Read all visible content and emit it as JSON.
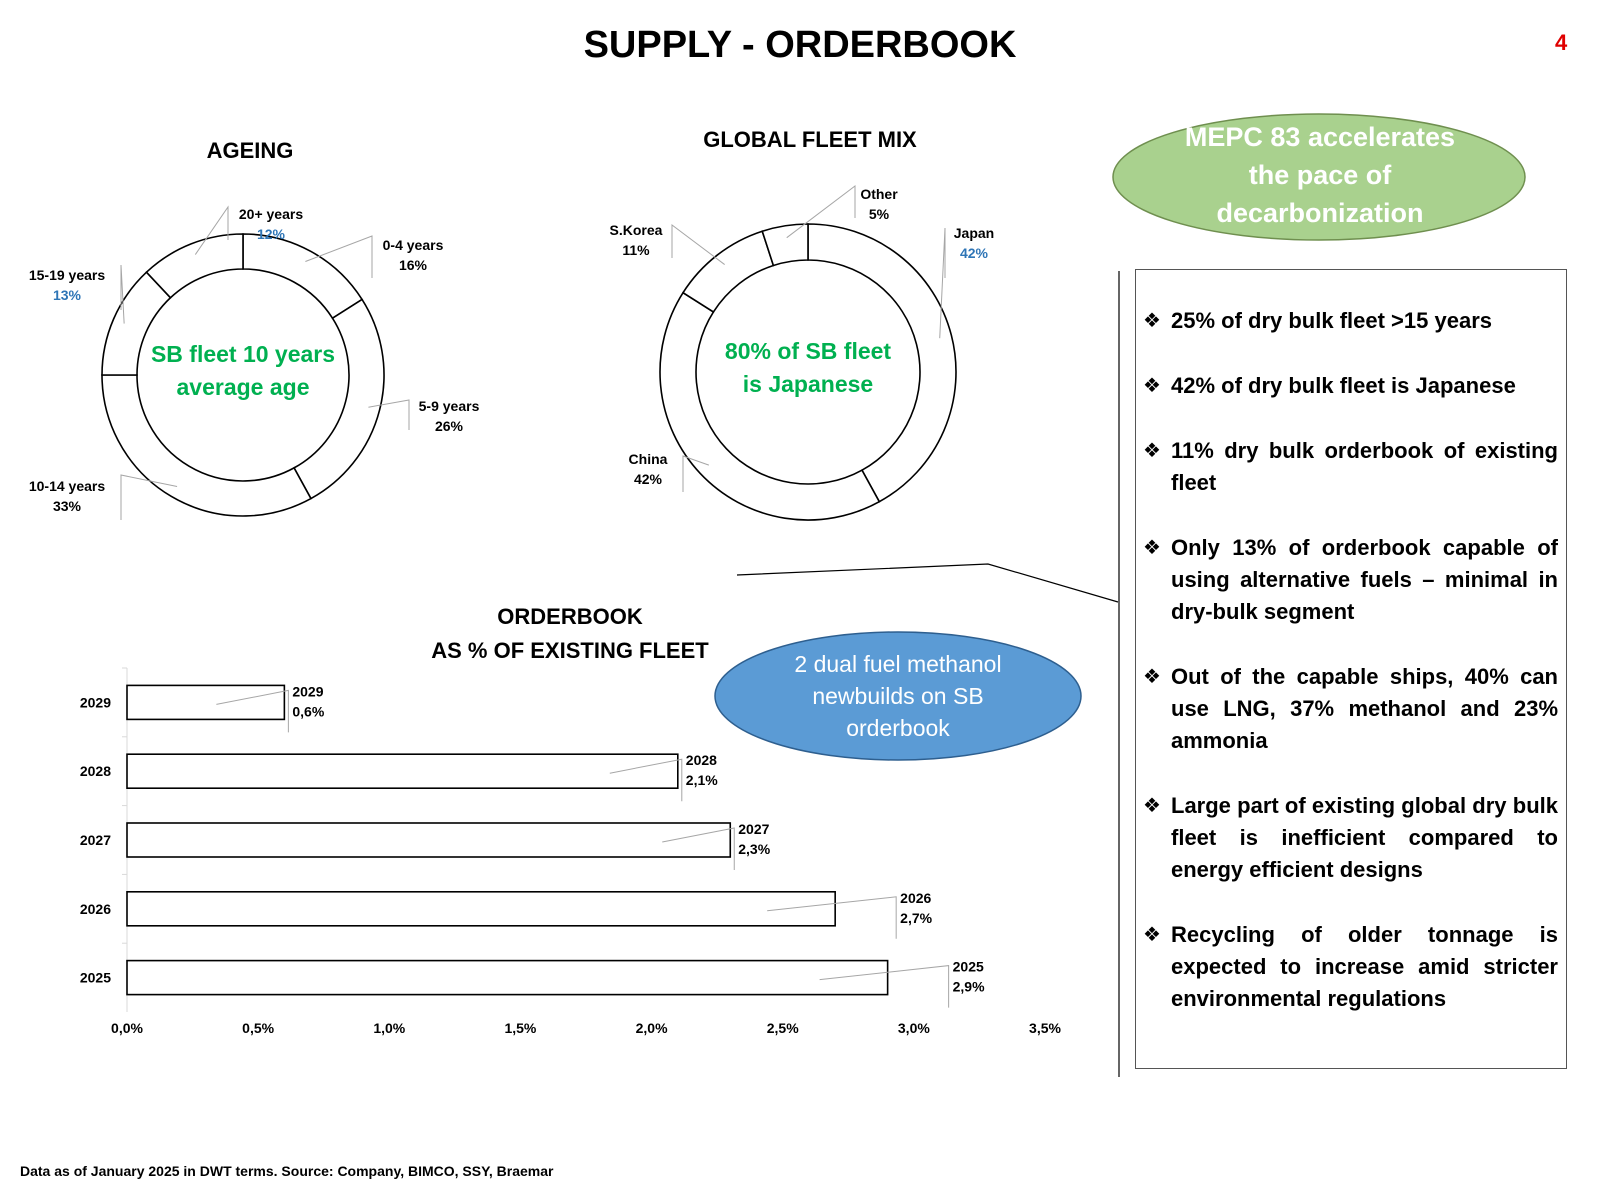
{
  "page": {
    "title": "SUPPLY - ORDERBOOK",
    "number": "4"
  },
  "chart_data": [
    {
      "type": "pie",
      "title": "AGEING",
      "style": "donut",
      "center_text": [
        "SB fleet 10 years",
        "average age"
      ],
      "slices": [
        {
          "label": "0-4 years",
          "value": 16,
          "display": "16%"
        },
        {
          "label": "5-9 years",
          "value": 26,
          "display": "26%"
        },
        {
          "label": "10-14 years",
          "value": 33,
          "display": "33%"
        },
        {
          "label": "15-19 years",
          "value": 13,
          "display": "13%"
        },
        {
          "label": "20+ years",
          "value": 12,
          "display": "12%"
        }
      ]
    },
    {
      "type": "pie",
      "title": "GLOBAL FLEET MIX",
      "style": "donut",
      "center_text": [
        "80% of SB fleet",
        "is Japanese"
      ],
      "slices": [
        {
          "label": "Japan",
          "value": 42,
          "display": "42%"
        },
        {
          "label": "China",
          "value": 42,
          "display": "42%"
        },
        {
          "label": "S.Korea",
          "value": 11,
          "display": "11%"
        },
        {
          "label": "Other",
          "value": 5,
          "display": "5%"
        }
      ]
    },
    {
      "type": "bar",
      "orientation": "horizontal",
      "title": [
        "ORDERBOOK",
        "AS % OF EXISTING FLEET"
      ],
      "categories": [
        "2029",
        "2028",
        "2027",
        "2026",
        "2025"
      ],
      "values": [
        0.6,
        2.1,
        2.3,
        2.7,
        2.9
      ],
      "data_labels": [
        "2029\n0,6%",
        "2028\n2,1%",
        "2027\n2,3%",
        "2026\n2,7%",
        "2025\n2,9%"
      ],
      "xlim": [
        0,
        3.5
      ],
      "xticks": [
        "0,0%",
        "0,5%",
        "1,0%",
        "1,5%",
        "2,0%",
        "2,5%",
        "3,0%",
        "3,5%"
      ]
    }
  ],
  "callouts": {
    "mepc": {
      "text": [
        "MEPC 83 accelerates",
        "the pace of",
        "decarbonization"
      ],
      "color": "#a9d18e"
    },
    "dual_fuel": {
      "text": [
        "2 dual fuel methanol",
        "newbuilds on SB",
        "orderbook"
      ],
      "color": "#5b9bd5"
    }
  },
  "bullets": [
    "25% of dry bulk fleet >15 years",
    "42% of dry bulk fleet is Japanese",
    "11% dry bulk orderbook of existing fleet",
    "Only 13% of orderbook capable of using alternative fuels – minimal in dry-bulk segment",
    "Out of the capable ships, 40% can use LNG, 37% methanol and 23% ammonia",
    "Large part of existing global dry bulk fleet is inefficient compared to energy efficient designs",
    "Recycling of older tonnage is expected to increase amid stricter environmental regulations"
  ],
  "bullet_marker": "❖",
  "footnote": "Data as of January 2025 in DWT terms. Source: Company, BIMCO, SSY, Braemar",
  "colors": {
    "accent_green": "#00b050",
    "label_blue": "#2e75b6",
    "page_number_red": "#e00000"
  }
}
